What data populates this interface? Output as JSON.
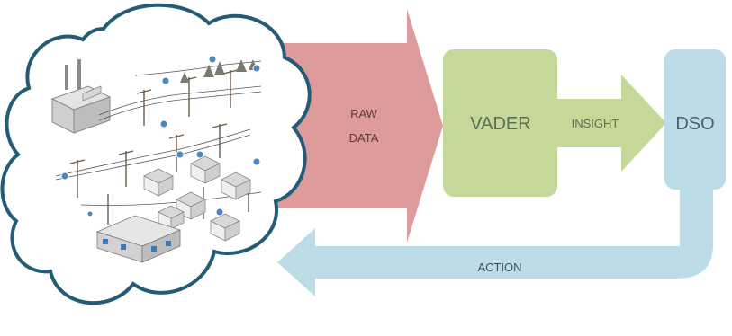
{
  "diagram": {
    "nodes": {
      "grid_cloud": {
        "icon": "power-grid-illustration"
      },
      "vader": {
        "label": "VADER",
        "color": "#c4d89a",
        "text_color": "#5e6e56"
      },
      "dso": {
        "label": "DSO",
        "color": "#bcdde8",
        "text_color": "#4e5f6b"
      }
    },
    "arrows": {
      "raw_data": {
        "line1": "RAW",
        "line2": "DATA",
        "color": "#de9b9b",
        "text_color": "#5a3c3c"
      },
      "insight": {
        "label": "INSIGHT",
        "color": "#c4d89a",
        "text_color": "#5e6e56"
      },
      "action": {
        "label": "ACTION",
        "color": "#bcdde8",
        "text_color": "#3f4f5c"
      }
    },
    "colors": {
      "cloud_outline": "#245c78",
      "grid_dots": "#4a88c0"
    }
  }
}
